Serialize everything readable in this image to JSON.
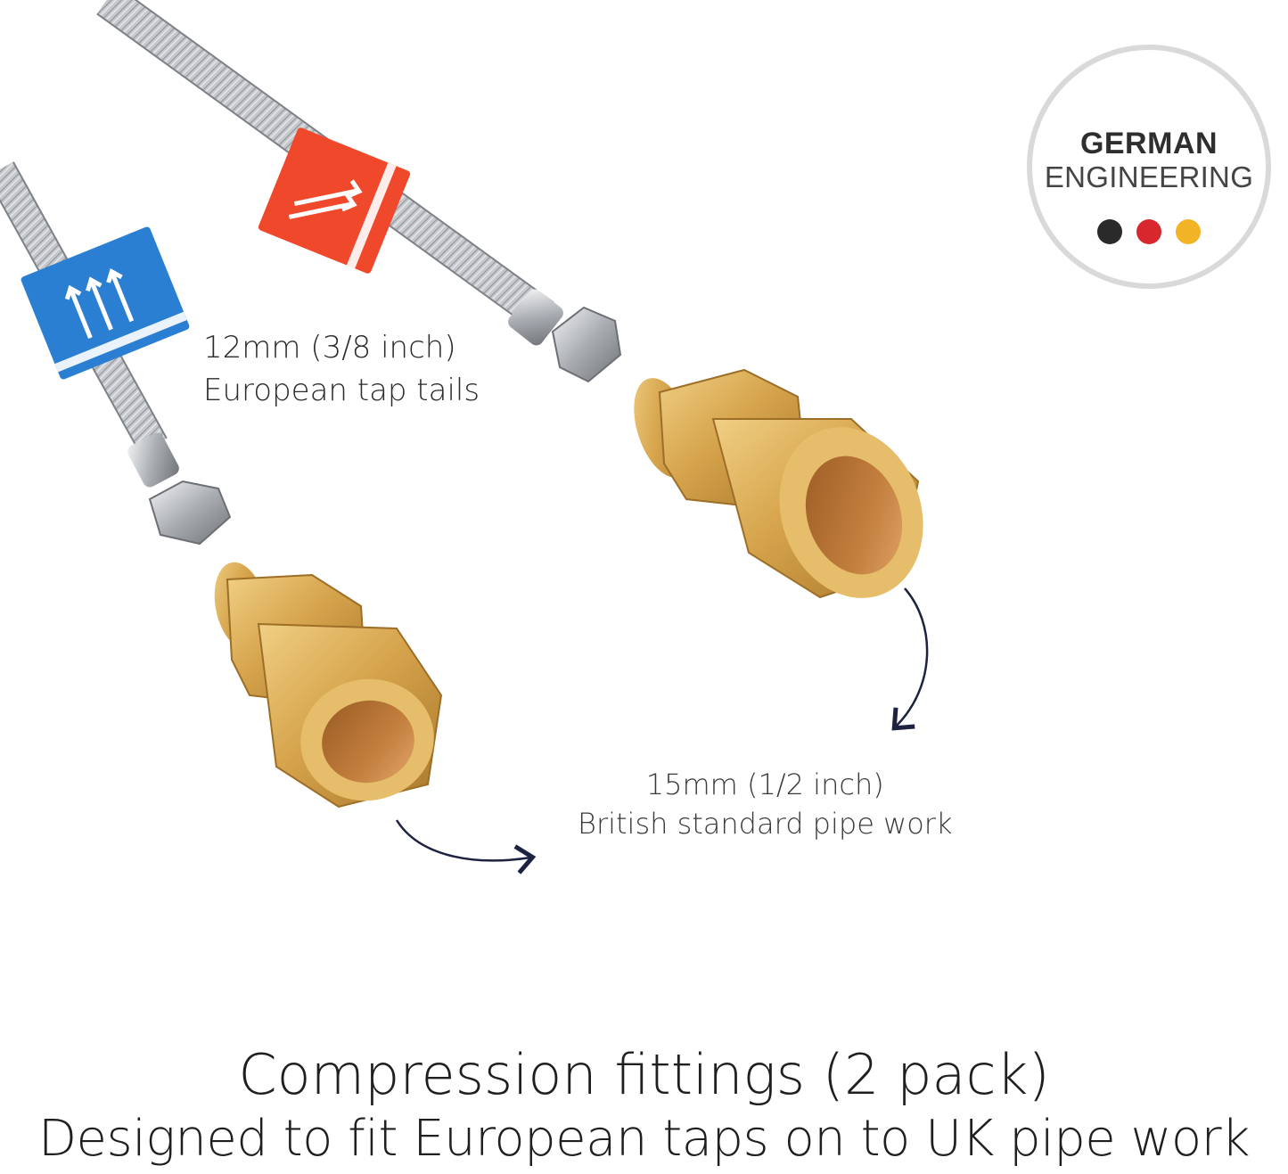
{
  "badge": {
    "line1": "GERMAN",
    "line2": "ENGINEERING",
    "dot_colors": [
      "#2a2a2a",
      "#d9272e",
      "#f2b326"
    ]
  },
  "labels": {
    "tap_tails_line1": "12mm (3/8 inch)",
    "tap_tails_line2": "European tap tails",
    "pipe_line1": "15mm (1/2 inch)",
    "pipe_line2": "British standard pipe work"
  },
  "caption": {
    "line1": "Compression fittings (2 pack)",
    "line2": "Designed to fit European taps on to UK pipe work"
  },
  "colors": {
    "brass": "#d3a24a",
    "hose_steel": "#b8bcc0",
    "tag_red": "#f0482a",
    "tag_blue": "#2a7fd2",
    "arrow": "#1c2240"
  }
}
